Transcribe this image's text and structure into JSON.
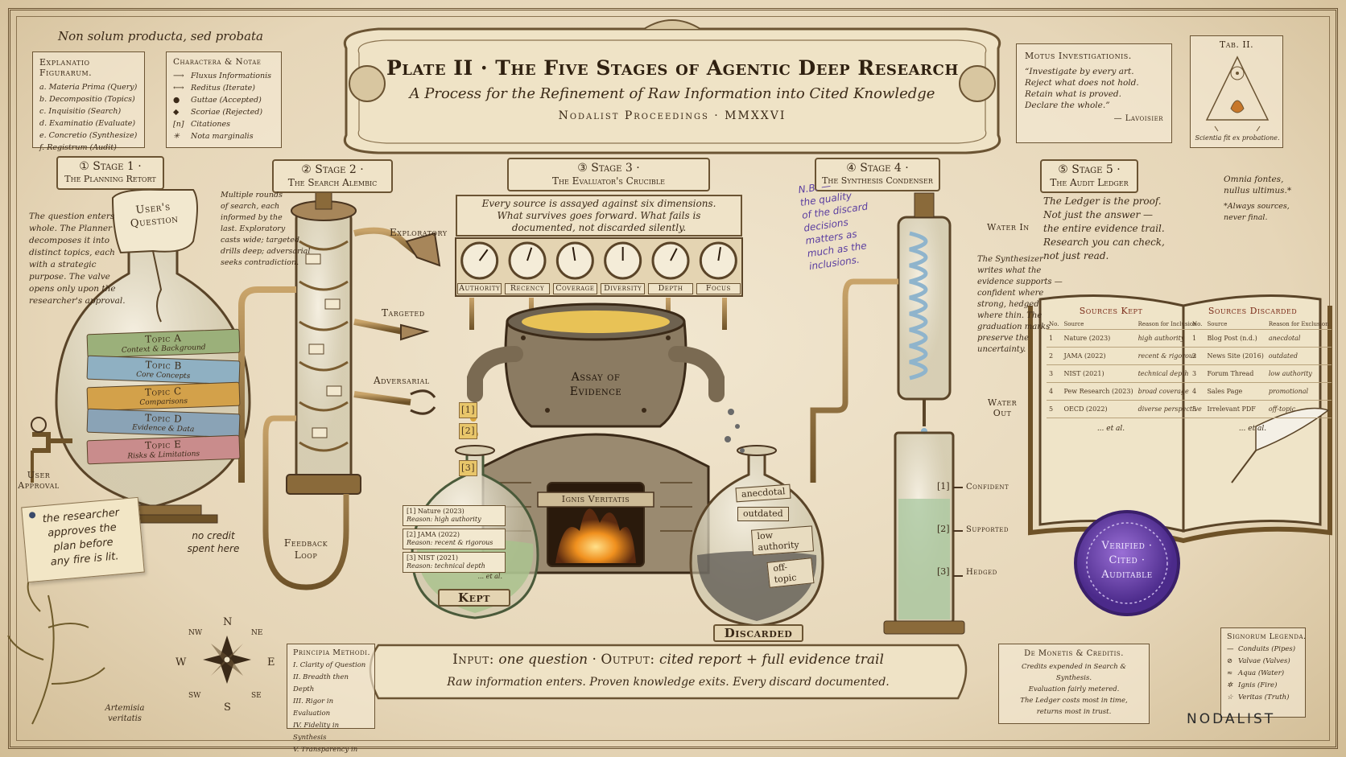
{
  "motto": "Non solum producta, sed probata",
  "title": {
    "main": "Plate II · The Five Stages of Agentic Deep Research",
    "subtitle": "A Process for the Refinement of Raw Information into Cited Knowledge",
    "proceedings": "Nodalist Proceedings · MMXXVI"
  },
  "explanatio": {
    "heading": "Explanatio Figurarum.",
    "items": [
      "a. Materia Prima (Query)",
      "b. Decompositio (Topics)",
      "c. Inquisitio (Search)",
      "d. Examinatio (Evaluate)",
      "e. Concretio (Synthesize)",
      "f. Registrum (Audit)"
    ]
  },
  "charactera": {
    "heading": "Charactera & Notae",
    "items": [
      {
        "sym": "⟶",
        "text": "Fluxus Informationis"
      },
      {
        "sym": "⟷",
        "text": "Reditus (Iterate)"
      },
      {
        "sym": "●",
        "text": "Guttae (Accepted)"
      },
      {
        "sym": "◆",
        "text": "Scoriae (Rejected)"
      },
      {
        "sym": "[n]",
        "text": "Citationes"
      },
      {
        "sym": "✳",
        "text": "Nota marginalis"
      }
    ]
  },
  "motus": {
    "heading": "Motus Investigationis.",
    "quote": [
      "“Investigate by every art.",
      "Reject what does not hold.",
      "Retain what is proved.",
      "Declare the whole.”"
    ],
    "author": "— Lavoisier"
  },
  "tab": {
    "heading": "Tab. II.",
    "caption": "Scientia fit ex probatione."
  },
  "stage1": {
    "title": "① Stage 1 ·",
    "name": "The Planning Retort",
    "note": [
      "The question enters",
      "whole. The Planner",
      "decomposes it into",
      "distinct topics, each",
      "with a strategic",
      "purpose. The valve",
      "opens only upon the",
      "researcher's approval."
    ],
    "scroll": [
      "User's",
      "Question"
    ],
    "topics": [
      {
        "title": "Topic A",
        "sub": "Context & Background",
        "color": "#9bb07a"
      },
      {
        "title": "Topic B",
        "sub": "Core Concepts",
        "color": "#8fb0c2"
      },
      {
        "title": "Topic C",
        "sub": "Comparisons",
        "color": "#d3a14a"
      },
      {
        "title": "Topic D",
        "sub": "Evidence & Data",
        "color": "#8aa3b6"
      },
      {
        "title": "Topic E",
        "sub": "Risks & Limitations",
        "color": "#c98c8c"
      }
    ],
    "approval": [
      "User",
      "Approval"
    ],
    "pinned_note": [
      "the researcher",
      "approves the",
      "plan before",
      "any fire is lit."
    ],
    "no_credit": [
      "no credit",
      "spent here"
    ]
  },
  "stage2": {
    "title": "② Stage 2 ·",
    "name": "The Search Alembic",
    "note": [
      "Multiple rounds",
      "of search, each",
      "informed by the",
      "last. Exploratory",
      "casts wide; targeted",
      "drills deep; adversarial",
      "seeks contradiction."
    ],
    "modes": [
      "Exploratory",
      "Targeted",
      "Adversarial"
    ],
    "feedback": [
      "Feedback",
      "Loop"
    ]
  },
  "stage3": {
    "title": "③ Stage 3 ·",
    "name": "The Evaluator's Crucible",
    "banner": [
      "Every source is assayed against six dimensions.",
      "What survives goes forward. What fails is",
      "documented, not discarded silently."
    ],
    "gauges": [
      {
        "label": "Authority",
        "level": 0.7
      },
      {
        "label": "Recency",
        "level": 0.6
      },
      {
        "label": "Coverage",
        "level": 0.45
      },
      {
        "label": "Diversity",
        "level": 0.5
      },
      {
        "label": "Depth",
        "level": 0.65
      },
      {
        "label": "Focus",
        "level": 0.55
      }
    ],
    "pot": [
      "Assay of",
      "Evidence"
    ],
    "fire": "Ignis Veritatis",
    "drops": [
      "[1]",
      "[2]",
      "[3]"
    ],
    "kept_label": "Kept",
    "kept": [
      {
        "cite": "[1] Nature (2023)",
        "reason": "Reason: high authority"
      },
      {
        "cite": "[2] JAMA (2022)",
        "reason": "Reason: recent & rigorous"
      },
      {
        "cite": "[3] NIST (2021)",
        "reason": "Reason: technical depth"
      }
    ],
    "kept_more": "... et al.",
    "discarded_label": "Discarded",
    "discarded": [
      "anecdotal",
      "outdated",
      "low authority",
      "off-topic"
    ],
    "nb": [
      "N.B. —",
      "the quality",
      "of the discard",
      "decisions",
      "matters as",
      "much as the",
      "inclusions."
    ]
  },
  "stage4": {
    "title": "④ Stage 4 ·",
    "name": "The Synthesis Condenser",
    "water_in": "Water In",
    "water_out": [
      "Water",
      "Out"
    ],
    "note": [
      "The Synthesizer",
      "writes what the",
      "evidence supports —",
      "confident where",
      "strong, hedged",
      "where thin. The",
      "graduation marks",
      "preserve the",
      "uncertainty."
    ],
    "marks": [
      {
        "tag": "[1]",
        "label": "Confident"
      },
      {
        "tag": "[2]",
        "label": "Supported"
      },
      {
        "tag": "[3]",
        "label": "Hedged"
      }
    ]
  },
  "stage5": {
    "title": "⑤ Stage 5 ·",
    "name": "The Audit Ledger",
    "note": [
      "The Ledger is the proof.",
      "Not just the answer —",
      "the entire evidence trail.",
      "Research you can check,",
      "not just read."
    ],
    "margin": [
      "Omnia fontes,",
      "nullus ultimus.*"
    ],
    "margin2": [
      "*Always sources,",
      "never final."
    ],
    "kept_heading": "Sources Kept",
    "kept_cols": [
      "No.",
      "Source",
      "Reason for Inclusion"
    ],
    "kept_rows": [
      [
        "1",
        "Nature (2023)",
        "high authority"
      ],
      [
        "2",
        "JAMA (2022)",
        "recent & rigorous"
      ],
      [
        "3",
        "NIST (2021)",
        "technical depth"
      ],
      [
        "4",
        "Pew Research (2023)",
        "broad coverage"
      ],
      [
        "5",
        "OECD (2022)",
        "diverse perspective"
      ]
    ],
    "kept_more": "... et al.",
    "disc_heading": "Sources Discarded",
    "disc_cols": [
      "No.",
      "Source",
      "Reason for Exclusion"
    ],
    "disc_rows": [
      [
        "1",
        "Blog Post (n.d.)",
        "anecdotal"
      ],
      [
        "2",
        "News Site (2016)",
        "outdated"
      ],
      [
        "3",
        "Forum Thread",
        "low authority"
      ],
      [
        "4",
        "Sales Page",
        "promotional"
      ],
      [
        "5",
        "Irrelevant PDF",
        "off-topic"
      ]
    ],
    "disc_more": "... et al.",
    "seal": [
      "Verified ·",
      "Cited ·",
      "Auditable"
    ]
  },
  "compass": {
    "n": "N",
    "s": "S",
    "e": "E",
    "w": "W",
    "nw": "NW",
    "ne": "NE",
    "sw": "SW",
    "se": "SE"
  },
  "plant": [
    "Artemisia",
    "veritatis"
  ],
  "principia": {
    "heading": "Principia Methodi.",
    "items": [
      "I. Clarity of Question",
      "II. Breadth then Depth",
      "III. Rigor in Evaluation",
      "IV. Fidelity in Synthesis",
      "V. Transparency in Audit"
    ]
  },
  "banner": {
    "input_label": "Input:",
    "input": "one question",
    "sep": "·",
    "output_label": "Output:",
    "output": "cited report + full evidence trail",
    "line2": "Raw information enters. Proven knowledge exits. Every discard documented."
  },
  "monetis": {
    "heading": "De Monetis & Creditis.",
    "lines": [
      "Credits expended in Search & Synthesis.",
      "Evaluation fairly metered.",
      "The Ledger costs most in time,",
      "returns most in trust."
    ]
  },
  "signorum": {
    "heading": "Signorum Legenda.",
    "items": [
      {
        "sym": "—",
        "text": "Conduits (Pipes)"
      },
      {
        "sym": "⊘",
        "text": "Valvae (Valves)"
      },
      {
        "sym": "≈",
        "text": "Aqua (Water)"
      },
      {
        "sym": "✲",
        "text": "Ignis (Fire)"
      },
      {
        "sym": "☆",
        "text": "Veritas (Truth)"
      }
    ]
  },
  "brand": "NODALIST",
  "colors": {
    "ink": "#3b2a18",
    "parchment": "#ecdfc5",
    "brass": "#8a6a3a",
    "seal": "#6a3aa8",
    "fire": "#e38a1e",
    "nb_ink": "#5b3ea0"
  }
}
